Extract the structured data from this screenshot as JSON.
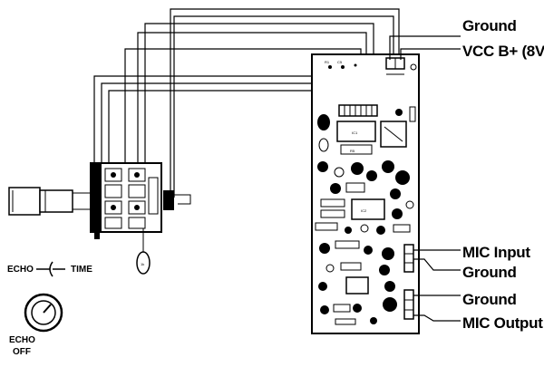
{
  "labels": {
    "ground_top": "Ground",
    "vcc": "VCC B+ (8V",
    "mic_input": "MIC Input",
    "ground_mid": "Ground",
    "ground_low": "Ground",
    "mic_output": "MIC Output"
  },
  "knob": {
    "left_label": "ECHO",
    "right_label": "TIME",
    "off_label_line1": "ECHO",
    "off_label_line2": "OFF"
  }
}
